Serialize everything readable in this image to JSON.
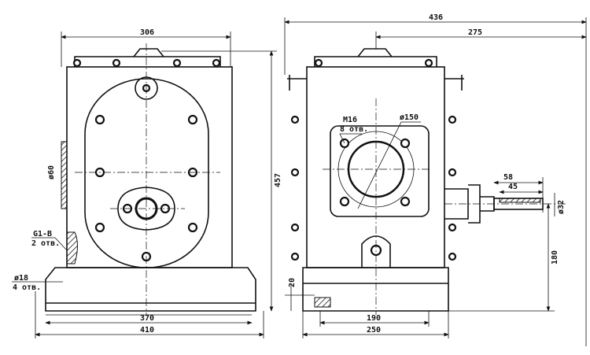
{
  "front_view": {
    "width_top": "306",
    "height_total": "457",
    "port_diameter": "ø60",
    "port_thread": "G1-B",
    "port_thread_count": "2 отв.",
    "mount_hole": "ø18",
    "mount_hole_count": "4 отв.",
    "base_inner": "370",
    "base_outer": "410"
  },
  "side_view": {
    "width_total": "436",
    "shaft_offset": "275",
    "flange_bolt": "M16",
    "flange_bolt_count": "8 отв.",
    "flange_diameter": "ø150",
    "shaft_length": "58",
    "key_length": "45",
    "shaft_diameter": "ø32",
    "shaft_height": "180",
    "base_thickness": "20",
    "base_inner": "190",
    "base_outer": "250"
  }
}
